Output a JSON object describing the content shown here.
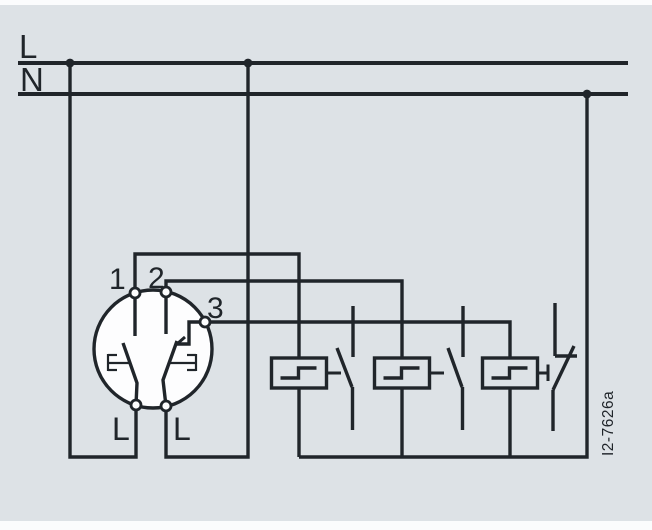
{
  "diagram": {
    "id_label": "I2-7626a",
    "bus": {
      "line_label": "L",
      "neutral_label": "N"
    },
    "time_switch": {
      "terminal_1": "1",
      "terminal_2": "2",
      "terminal_3": "3",
      "bottom_left_label": "L",
      "bottom_right_label": "L"
    },
    "colors": {
      "bg": "#dde2e6",
      "ink": "#20252a",
      "paper": "#fbfcfd",
      "device-fill": "#fdfdfe"
    }
  }
}
